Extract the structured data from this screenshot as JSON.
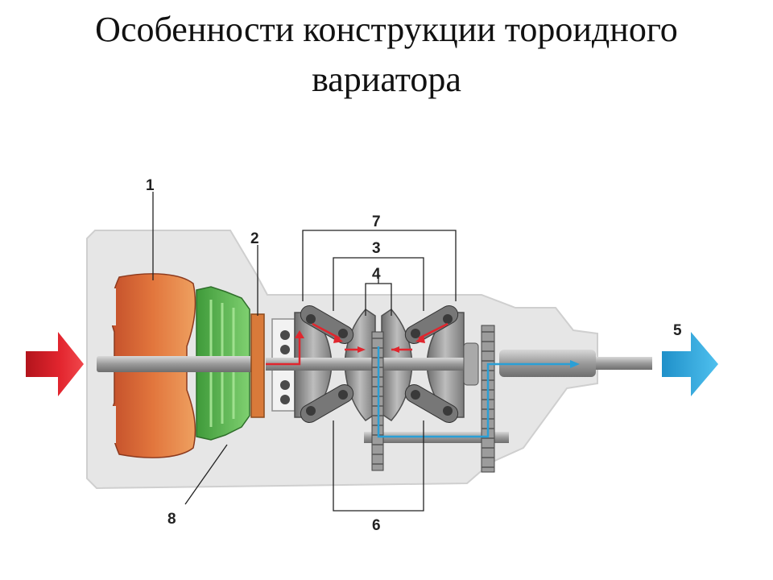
{
  "slide": {
    "title_line1": "Особенности конструкции тороидного",
    "title_line2": "вариатора"
  },
  "diagram": {
    "callouts": {
      "c1": "1",
      "c2": "2",
      "c3": "3",
      "c4": "4",
      "c5": "5",
      "c6": "6",
      "c7": "7",
      "c8": "8"
    },
    "colors": {
      "housing": "#e6e6e6",
      "torque_converter": "#d9693a",
      "turbine": "#58b54a",
      "plate": "#d97a3a",
      "input_flow": "#e0262e",
      "output_flow": "#2a9fd6",
      "metal": "#8a8a8a"
    },
    "icons": [
      "input-arrow-icon",
      "output-arrow-icon"
    ]
  }
}
